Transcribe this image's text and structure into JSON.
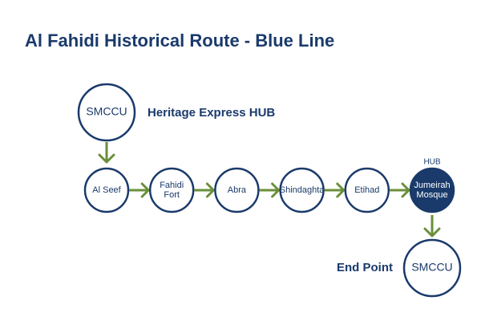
{
  "title": "Al Fahidi Historical Route - Blue Line",
  "start": {
    "node_label": "SMCCU",
    "side_label": "Heritage Express HUB"
  },
  "stops": [
    {
      "lines": [
        "Al Seef"
      ]
    },
    {
      "lines": [
        "Fahidi",
        "Fort"
      ]
    },
    {
      "lines": [
        "Abra"
      ]
    },
    {
      "lines": [
        "Shindaghta"
      ]
    },
    {
      "lines": [
        "Etihad"
      ]
    },
    {
      "lines": [
        "Jumeirah",
        "Mosque"
      ],
      "hub": true,
      "tag": "HUB"
    }
  ],
  "end": {
    "node_label": "SMCCU",
    "side_label": "End Point"
  },
  "colors": {
    "navy": "#1a3a6b",
    "arrow_green": "#6a8f3a"
  }
}
